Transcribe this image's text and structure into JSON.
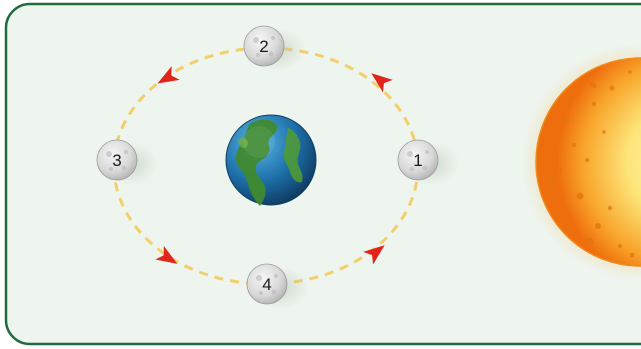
{
  "diagram": {
    "moons": [
      {
        "label": "1"
      },
      {
        "label": "2"
      },
      {
        "label": "3"
      },
      {
        "label": "4"
      }
    ],
    "central_body_icon": "earth",
    "light_source_icon": "sun",
    "orbit_direction": "counter-clockwise",
    "colors": {
      "frame_border": "#1f6b3f",
      "panel_background": "#eef5ee",
      "orbit_path": "#f2cf6a",
      "direction_arrow": "#e0261c",
      "sun_outer": "#f07a10",
      "sun_inner": "#fde57a"
    }
  }
}
